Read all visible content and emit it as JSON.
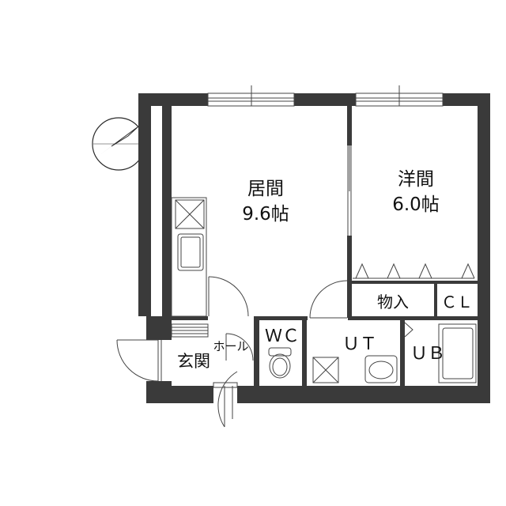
{
  "rooms": {
    "living_name": "居間",
    "living_size": "9.6帖",
    "western_name": "洋間",
    "western_size": "6.0帖",
    "storage": "物入",
    "closet": "ＣＬ",
    "toilet": "ＷＣ",
    "utility": "ＵＴ",
    "bath": "ＵＢ",
    "entrance": "玄関",
    "hall": "ホール"
  },
  "colors": {
    "wall": "#3a3a3a",
    "line": "#444444",
    "compass": "#2a2a2a"
  },
  "icons": [
    "compass-north-arrow",
    "toilet-icon",
    "washbasin-icon",
    "kitchen-sink-icon",
    "stove-icon",
    "washer-pan-icon",
    "bathtub-icon"
  ]
}
